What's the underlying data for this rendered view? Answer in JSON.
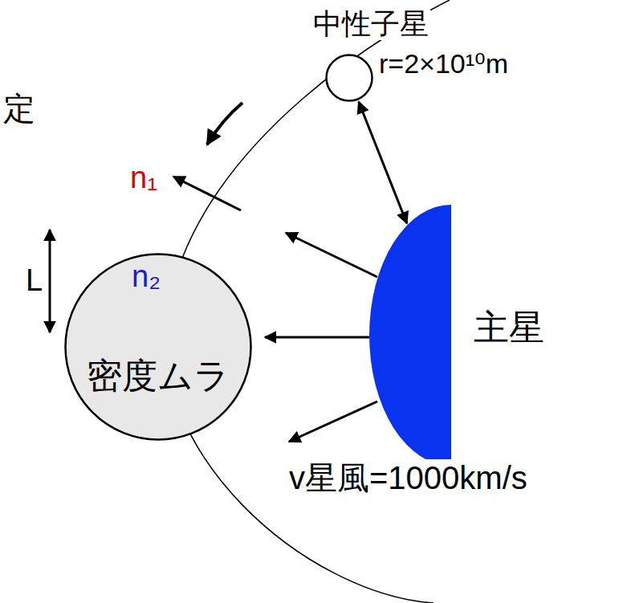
{
  "diagram": {
    "nodes": [
      {
        "text": [
          "中性子星"
        ]
      },
      {
        "text": [
          "主星"
        ]
      },
      {
        "text": [
          "n₂",
          "密度ムラ"
        ]
      }
    ],
    "edges": [
      {
        "from": 0,
        "to": 1,
        "arrow": "both",
        "label": "r=2×10¹⁰m"
      }
    ],
    "labels": [
      "定",
      "n₁",
      "L",
      "v星風=1000km/s"
    ]
  }
}
